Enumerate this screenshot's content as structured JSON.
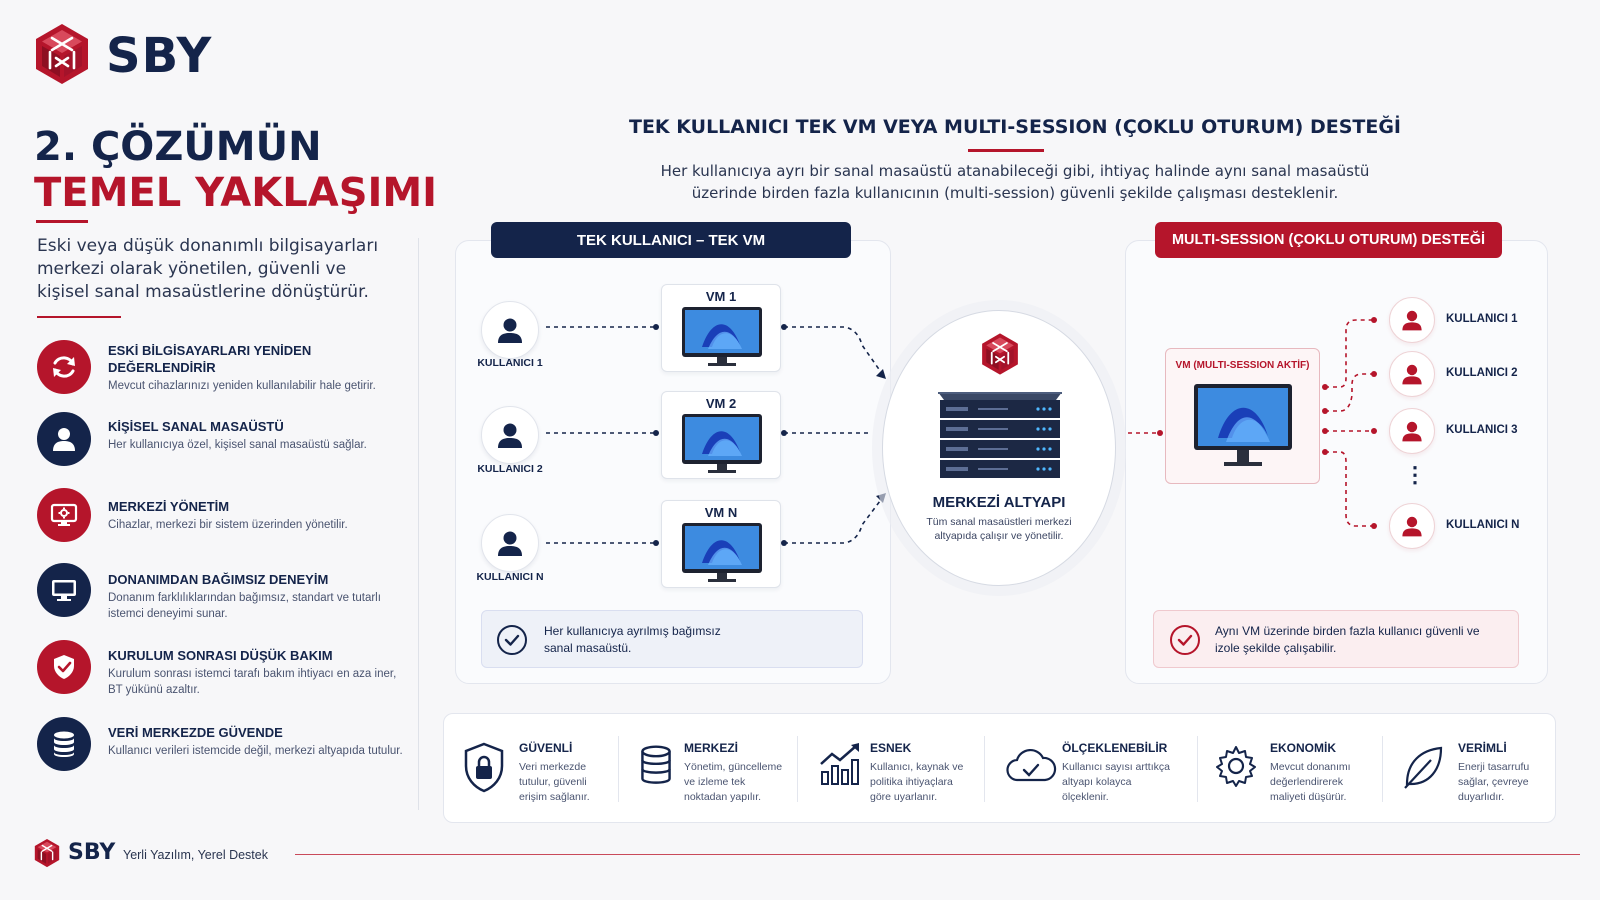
{
  "brand": {
    "name": "SBY",
    "tagline": "Yerli Yazılım, Yerel Destek"
  },
  "left": {
    "title_line1": "2. ÇÖZÜMÜN",
    "title_line2": "TEMEL YAKLAŞIMI",
    "intro": "Eski veya düşük donanımlı bilgisayarları merkezi olarak yönetilen, güvenli ve kişisel sanal masaüstlerine dönüştürür.",
    "features": [
      {
        "title": "ESKİ BİLGİSAYARLARI YENİDEN DEĞERLENDİRİR",
        "desc": "Mevcut cihazlarınızı yeniden kullanılabilir hale getirir.",
        "icon": "refresh-icon",
        "color": "red"
      },
      {
        "title": "KİŞİSEL SANAL MASAÜSTÜ",
        "desc": "Her kullanıcıya özel, kişisel sanal masaüstü sağlar.",
        "icon": "user-icon",
        "color": "navy"
      },
      {
        "title": "MERKEZİ YÖNETİM",
        "desc": "Cihazlar, merkezi bir sistem üzerinden yönetilir.",
        "icon": "monitor-gear-icon",
        "color": "red"
      },
      {
        "title": "DONANIMDAN BAĞIMSIZ DENEYİM",
        "desc": "Donanım farklılıklarından bağımsız, standart ve tutarlı istemci deneyimi sunar.",
        "icon": "monitor-icon",
        "color": "navy"
      },
      {
        "title": "KURULUM SONRASI DÜŞÜK BAKIM",
        "desc": "Kurulum sonrası istemci tarafı bakım ihtiyacı en aza iner, BT yükünü azaltır.",
        "icon": "shield-check-icon",
        "color": "red"
      },
      {
        "title": "VERİ MERKEZDE GÜVENDE",
        "desc": "Kullanıcı verileri istemcide değil, merkezi altyapıda tutulur.",
        "icon": "database-icon",
        "color": "navy"
      }
    ]
  },
  "diagram": {
    "title": "TEK KULLANICI TEK VM VEYA MULTI-SESSION (ÇOKLU OTURUM) DESTEĞİ",
    "subtitle": "Her kullanıcıya ayrı bir sanal masaüstü atanabileceği gibi, ihtiyaç halinde aynı sanal masaüstü üzerinde birden fazla kullanıcının (multi-session) güvenli şekilde çalışması desteklenir.",
    "single": {
      "header": "TEK KULLANICI – TEK VM",
      "users": [
        "KULLANICI 1",
        "KULLANICI 2",
        "KULLANICI N"
      ],
      "vms": [
        "VM 1",
        "VM 2",
        "VM N"
      ],
      "note": "Her kullanıcıya ayrılmış bağımsız sanal masaüstü."
    },
    "center": {
      "title": "MERKEZİ ALTYAPI",
      "desc": "Tüm sanal masaüstleri merkezi altyapıda çalışır ve yönetilir."
    },
    "multi": {
      "header": "MULTI-SESSION (ÇOKLU OTURUM) DESTEĞİ",
      "vm_label": "VM (MULTI-SESSION AKTİF)",
      "users": [
        "KULLANICI 1",
        "KULLANICI 2",
        "KULLANICI 3",
        "KULLANICI N"
      ],
      "ellipsis": "⋮",
      "note": "Aynı VM üzerinde birden fazla kullanıcı güvenli ve izole şekilde çalışabilir."
    }
  },
  "benefits": [
    {
      "title": "GÜVENLİ",
      "desc": "Veri merkezde tutulur, güvenli erişim sağlanır.",
      "icon": "shield-lock-icon"
    },
    {
      "title": "MERKEZİ",
      "desc": "Yönetim, güncelleme ve izleme tek noktadan yapılır.",
      "icon": "database-icon"
    },
    {
      "title": "ESNEK",
      "desc": "Kullanıcı, kaynak ve politika ihtiyaçlara göre uyarlanır.",
      "icon": "growth-chart-icon"
    },
    {
      "title": "ÖLÇEKLENEBİLİR",
      "desc": "Kullanıcı sayısı arttıkça altyapı kolayca ölçeklenir.",
      "icon": "cloud-check-icon"
    },
    {
      "title": "EKONOMİK",
      "desc": "Mevcut donanımı değerlendirerek maliyeti düşürür.",
      "icon": "gear-icon"
    },
    {
      "title": "VERİMLİ",
      "desc": "Enerji tasarrufu sağlar, çevreye duyarlıdır.",
      "icon": "leaf-icon"
    }
  ],
  "colors": {
    "navy": "#14244a",
    "red": "#b5152b"
  }
}
